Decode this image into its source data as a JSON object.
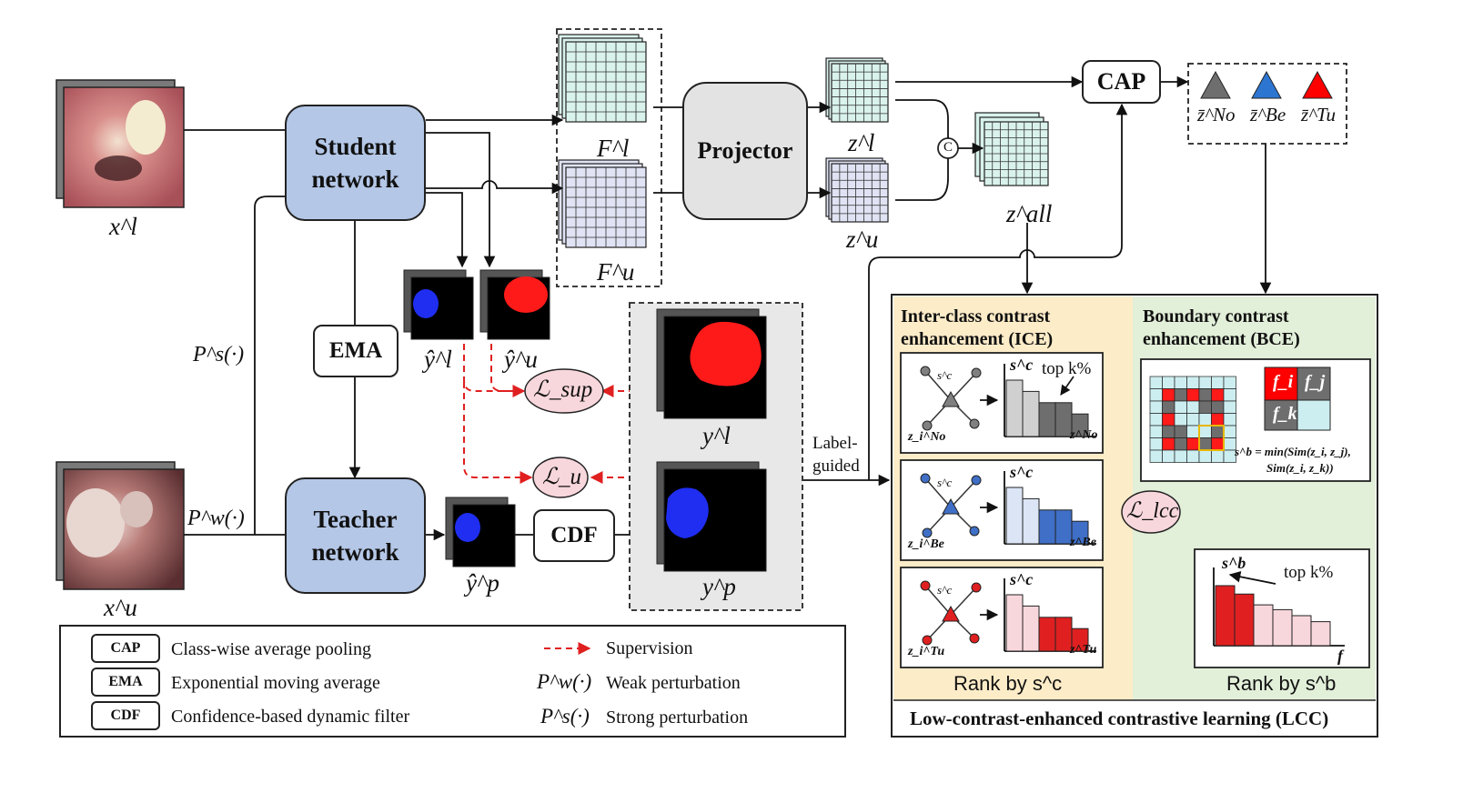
{
  "modules": {
    "student": "Student network",
    "teacher": "Teacher network",
    "projector": "Projector",
    "ema": "EMA",
    "cdf": "CDF",
    "cap": "CAP"
  },
  "symbols": {
    "x_l": "x^l",
    "x_u": "x^u",
    "F_l": "F^l",
    "F_u": "F^u",
    "z_l": "z^l",
    "z_u": "z^u",
    "z_all": "z^all",
    "concat": "C",
    "y_hat_l": "ŷ^l",
    "y_hat_u": "ŷ^u",
    "y_hat_p": "ŷ^p",
    "y_l": "y^l",
    "y_p": "y^p",
    "L_sup": "ℒ_sup",
    "L_u": "ℒ_u",
    "L_lcc": "ℒ_lcc",
    "P_s": "P^s(·)",
    "P_w": "P^w(·)",
    "z_no": "z̄^No",
    "z_be": "z̄^Be",
    "z_tu": "z̄^Tu"
  },
  "annotations": {
    "label_guided_line1": "Label-",
    "label_guided_line2": "guided"
  },
  "lcc": {
    "title": "Low-contrast-enhanced contrastive learning (LCC)",
    "ice_header_1": "Inter-class contrast",
    "ice_header_2": "enhancement (ICE)",
    "bce_header_1": "Boundary contrast",
    "bce_header_2": "enhancement (BCE)",
    "rank_sc": "Rank by s^c",
    "rank_sb": "Rank by s^b",
    "top_k": "top k%",
    "sc": "s^c",
    "sb": "s^b",
    "f_axis": "f",
    "z_no_axis": "z^No",
    "z_be_axis": "z^Be",
    "z_tu_axis": "z^Tu",
    "zi_no": "z_i^No",
    "zi_be": "z_i^Be",
    "zi_tu": "z_i^Tu",
    "fi": "f_i",
    "fj": "f_j",
    "fk": "f_k",
    "sb_formula_1": "s^b = min(Sim(z_i, z_j),",
    "sb_formula_2": "Sim(z_i, z_k))",
    "ice_rows": [
      {
        "name": "No",
        "color": "#808080",
        "light": "#d0d0d0",
        "bar_dark": "#6e6e6e",
        "bars": [
          5,
          4,
          3,
          3,
          2
        ]
      },
      {
        "name": "Be",
        "color": "#3f6fc6",
        "light": "#dbe5f5",
        "bar_dark": "#3f6fc6",
        "bars": [
          5,
          4,
          3,
          3,
          2
        ]
      },
      {
        "name": "Tu",
        "color": "#e02020",
        "light": "#f8d7dc",
        "bar_dark": "#e02020",
        "bars": [
          5,
          4,
          3,
          3,
          2
        ]
      }
    ],
    "bce_bars": [
      5,
      4.3,
      3.4,
      3,
      2.5,
      2
    ]
  },
  "legend": [
    {
      "key": "CAP",
      "text": "Class-wise average pooling"
    },
    {
      "key": "EMA",
      "text": "Exponential moving average"
    },
    {
      "key": "CDF",
      "text": "Confidence-based dynamic filter"
    }
  ],
  "legend_right": [
    {
      "symbol": "- - ->",
      "text": "Supervision"
    },
    {
      "symbol": "P^w(·)",
      "text": "Weak perturbation"
    },
    {
      "symbol": "P^s(·)",
      "text": "Strong perturbation"
    }
  ],
  "colors": {
    "network_fill": "#b4c7e7",
    "projector_fill": "#e3e3e3",
    "ice_bg": "#fdecc8",
    "bce_bg": "#e2efd9",
    "supervision": "#e02020",
    "loss_fill": "#f8d7dc",
    "feature_l": "#d9f2ec",
    "feature_u": "#dfe3f3",
    "benign": "#1f2ef0",
    "tumor": "#ff0000"
  }
}
